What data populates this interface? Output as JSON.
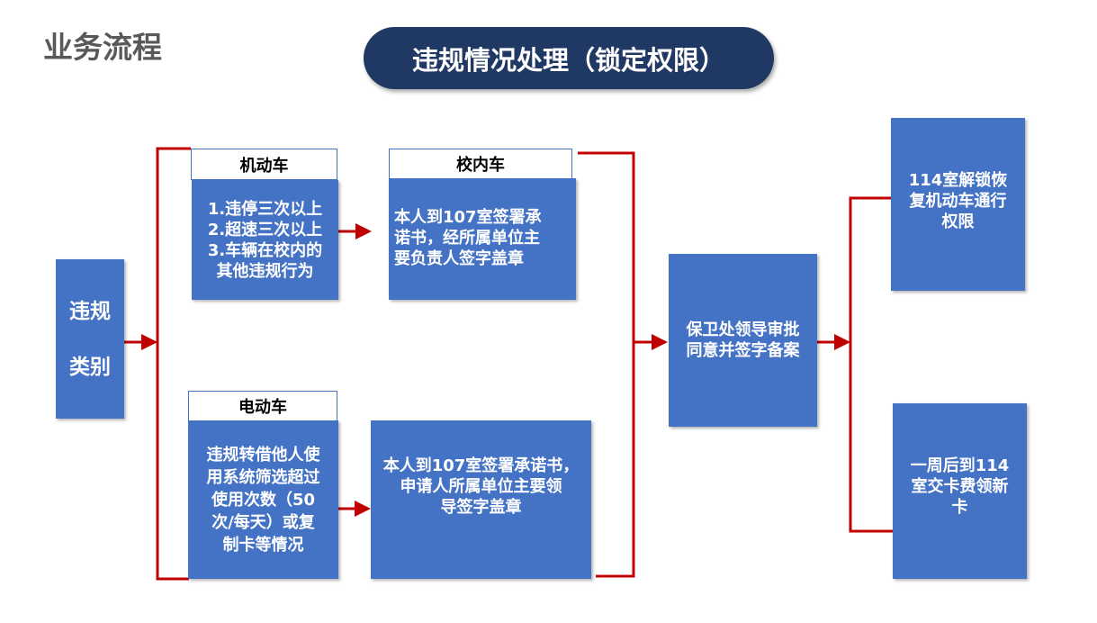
{
  "page_title": "业务流程",
  "banner_title": "违规情况处理（锁定权限）",
  "category": {
    "lines": [
      "违规",
      "类别"
    ]
  },
  "motor": {
    "header": "机动车",
    "lines": [
      "1.违停三次以上",
      "2.超速三次以上",
      "3.车辆在校内的",
      "其他违规行为"
    ]
  },
  "campus": {
    "header": "校内车",
    "lines": [
      "本人到107室签署承",
      "诺书，经所属单位主",
      "要负责人签字盖章"
    ]
  },
  "ebike": {
    "header": "电动车",
    "lines": [
      "违规转借他人使",
      "用系统筛选超过",
      "使用次数（50",
      "次/每天）或复",
      "制卡等情况"
    ]
  },
  "ebike_action": {
    "lines": [
      "本人到107室签署承诺书，",
      "申请人所属单位主要领",
      "导签字盖章"
    ]
  },
  "approval": {
    "lines": [
      "保卫处领导审批",
      "同意并签字备案"
    ]
  },
  "unlock": {
    "lines": [
      "114室解锁恢",
      "复机动车通行",
      "权限"
    ]
  },
  "new_card": {
    "lines": [
      "一周后到114",
      "室交卡费领新",
      "卡"
    ]
  },
  "colors": {
    "box": "#4472C4",
    "connector": "#C00000",
    "banner": "#203864"
  }
}
